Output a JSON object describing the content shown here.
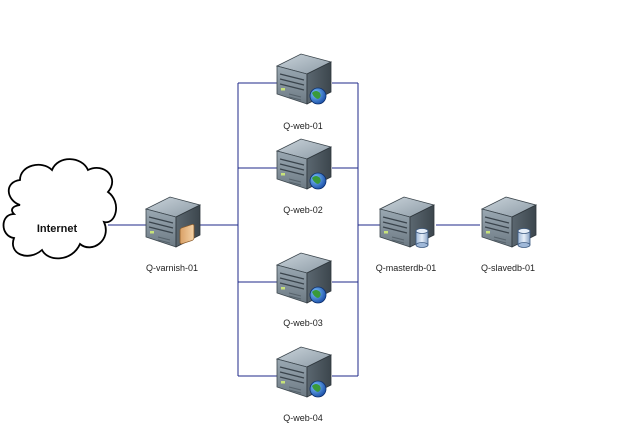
{
  "colors": {
    "connector": "#1f2a8a",
    "server_body": "#8a9aa6",
    "server_dark": "#4b5760",
    "cloud_stroke": "#000000"
  },
  "cloud": {
    "label": "Internet",
    "icon": "cloud-icon"
  },
  "nodes": {
    "varnish": {
      "label": "Q-varnish-01",
      "icon": "server-cache-icon"
    },
    "web1": {
      "label": "Q-web-01",
      "icon": "web-server-icon"
    },
    "web2": {
      "label": "Q-web-02",
      "icon": "web-server-icon"
    },
    "web3": {
      "label": "Q-web-03",
      "icon": "web-server-icon"
    },
    "web4": {
      "label": "Q-web-04",
      "icon": "web-server-icon"
    },
    "master": {
      "label": "Q-masterdb-01",
      "icon": "database-server-icon"
    },
    "slave": {
      "label": "Q-slavedb-01",
      "icon": "database-server-icon"
    }
  }
}
